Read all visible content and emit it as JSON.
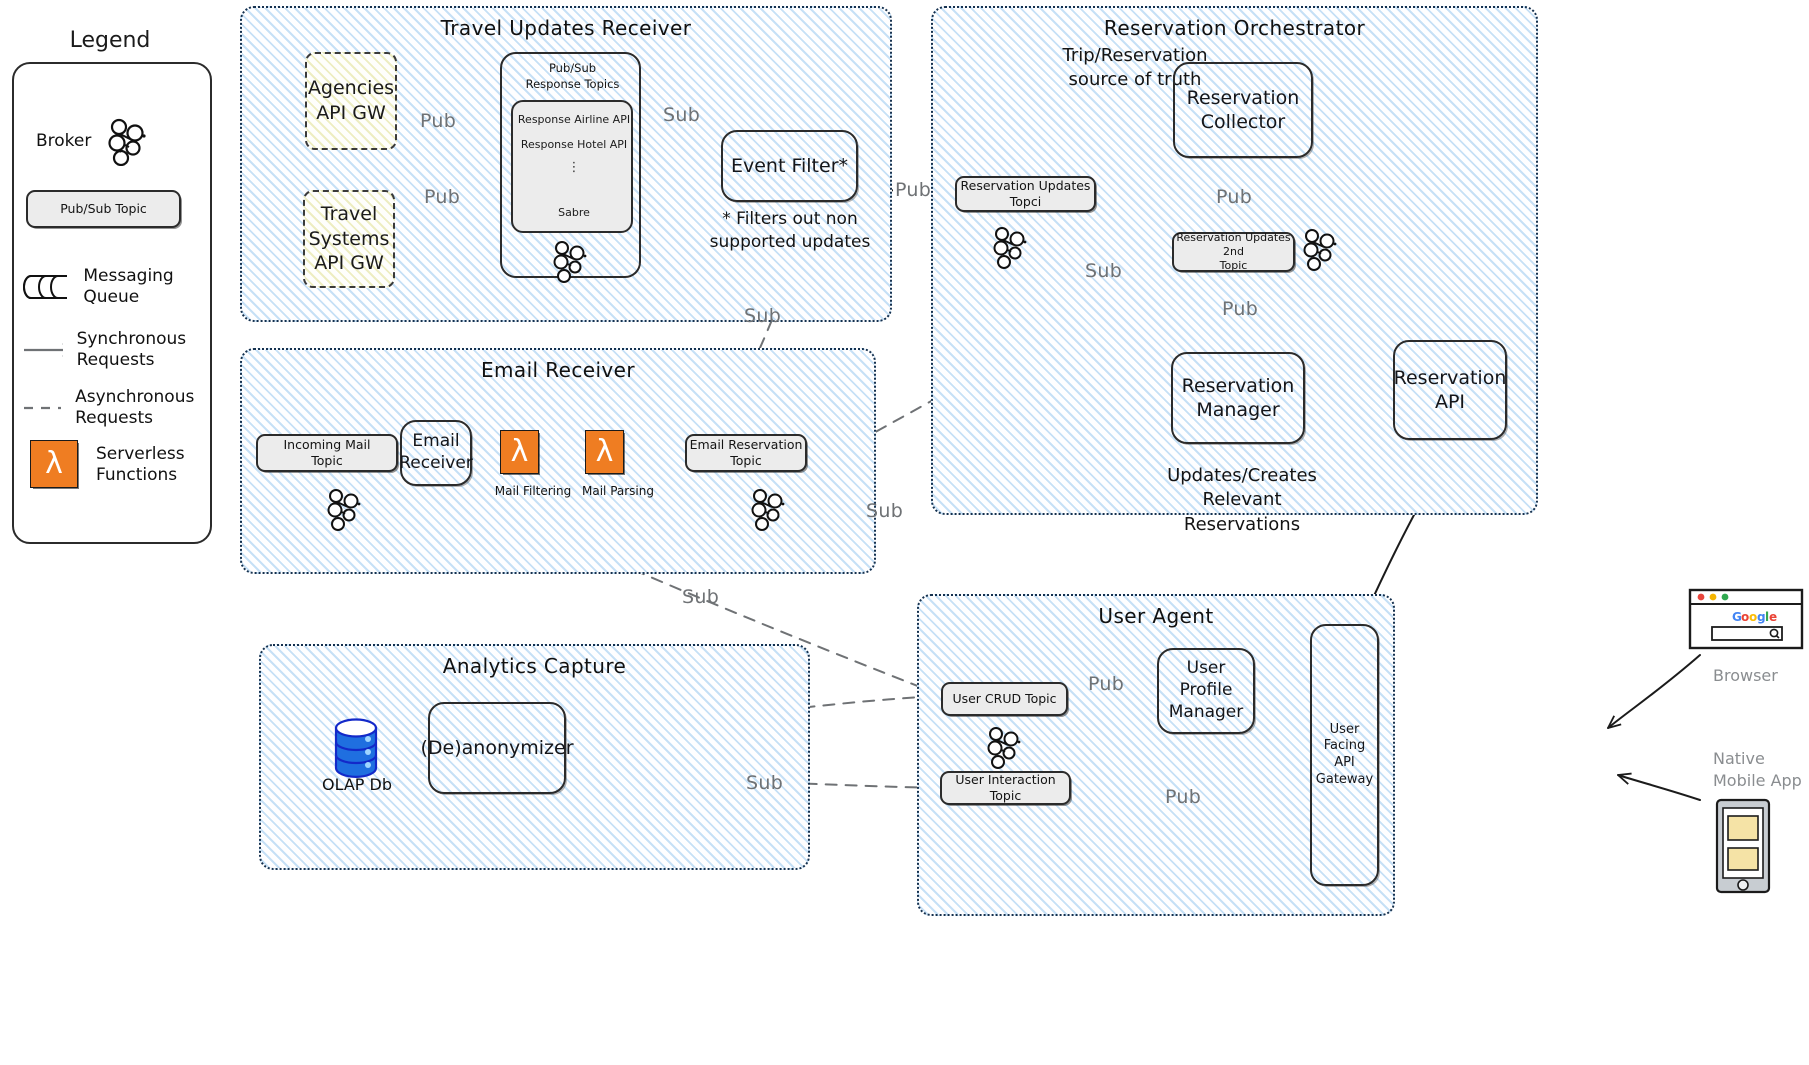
{
  "legend": {
    "title": "Legend",
    "items": [
      {
        "label": "Broker",
        "icon": "broker-nodes-icon"
      },
      {
        "label": "Pub/Sub Topic",
        "icon": "topic-pill-icon"
      },
      {
        "label": "Messaging Queue",
        "icon": "queue-cylinder-icon"
      },
      {
        "label": "Synchronous Requests",
        "icon": "solid-arrow-icon"
      },
      {
        "label": "Asynchronous Requests",
        "icon": "dashed-arrow-icon"
      },
      {
        "label": "Serverless Functions",
        "icon": "lambda-icon"
      }
    ]
  },
  "groups": {
    "travel_updates_receiver": {
      "title": "Travel Updates Receiver"
    },
    "email_receiver": {
      "title": "Email Receiver"
    },
    "analytics_capture": {
      "title": "Analytics Capture"
    },
    "reservation_orchestrator": {
      "title": "Reservation Orchestrator"
    },
    "user_agent": {
      "title": "User Agent"
    }
  },
  "travel_updates": {
    "agencies_gw": "Agencies\nAPI GW",
    "travel_systems_gw": "Travel\nSystems\nAPI GW",
    "response_topics_title": "Pub/Sub\nResponse Topics",
    "response_topics": [
      "Response Airline API",
      "Response Hotel API",
      "⋮",
      "Sabre"
    ],
    "event_filter": "Event Filter*",
    "event_filter_note": "* Filters out non\nsupported updates",
    "labels": {
      "pub_agencies": "Pub",
      "pub_travel": "Pub",
      "sub_filter": "Sub",
      "sub_down": "Sub",
      "pub_out": "Pub"
    }
  },
  "email_receiver": {
    "incoming_mail_topic": "Incoming Mail\nTopic",
    "email_receiver_svc": "Email\nReceiver",
    "mail_filtering": "Mail Filtering",
    "mail_parsing": "Mail Parsing",
    "email_reservation_topic": "Email Reservation\nTopic",
    "labels": {
      "sub_right": "Sub",
      "sub_down_left": "Sub"
    }
  },
  "analytics": {
    "olap_db": "OLAP Db",
    "deanonymizer": "(De)anonymizer",
    "labels": {
      "sub": "Sub"
    }
  },
  "orchestrator": {
    "source_of_truth_note": "Trip/Reservation\nsource of truth",
    "reservation_collector": "Reservation\nCollector",
    "reservation_updates_topic": "Reservation Updates Topci",
    "reservation_updates_2nd_topic": "Reservation Updates 2nd\nTopic",
    "reservation_manager": "Reservation\nManager",
    "updates_note": "Updates/Creates\nRelevant Reservations",
    "labels": {
      "pub_collector": "Pub",
      "pub_manager": "Pub",
      "sub_diag": "Sub"
    }
  },
  "reservation_api": {
    "title": "Reservation\nAPI"
  },
  "user_agent": {
    "user_crud_topic": "User CRUD Topic",
    "user_interaction_topic": "User Interaction Topic",
    "user_profile_manager": "User\nProfile\nManager",
    "user_facing_api_gateway": "User Facing\nAPI\nGateway",
    "labels": {
      "pub_crud": "Pub",
      "pub_interaction": "Pub"
    }
  },
  "clients": {
    "browser_label": "Browser",
    "browser_logo": "Google",
    "mobile_label": "Native\nMobile App"
  },
  "colors": {
    "group_fill": "#eaf4fc",
    "group_stroke": "#15314f",
    "topic_fill": "#ececec",
    "lambda_orange": "#ef7d22",
    "db_blue": "#1f6fe0",
    "edge_grey": "#6f7275",
    "stroke_dark": "#2b2b2b"
  }
}
